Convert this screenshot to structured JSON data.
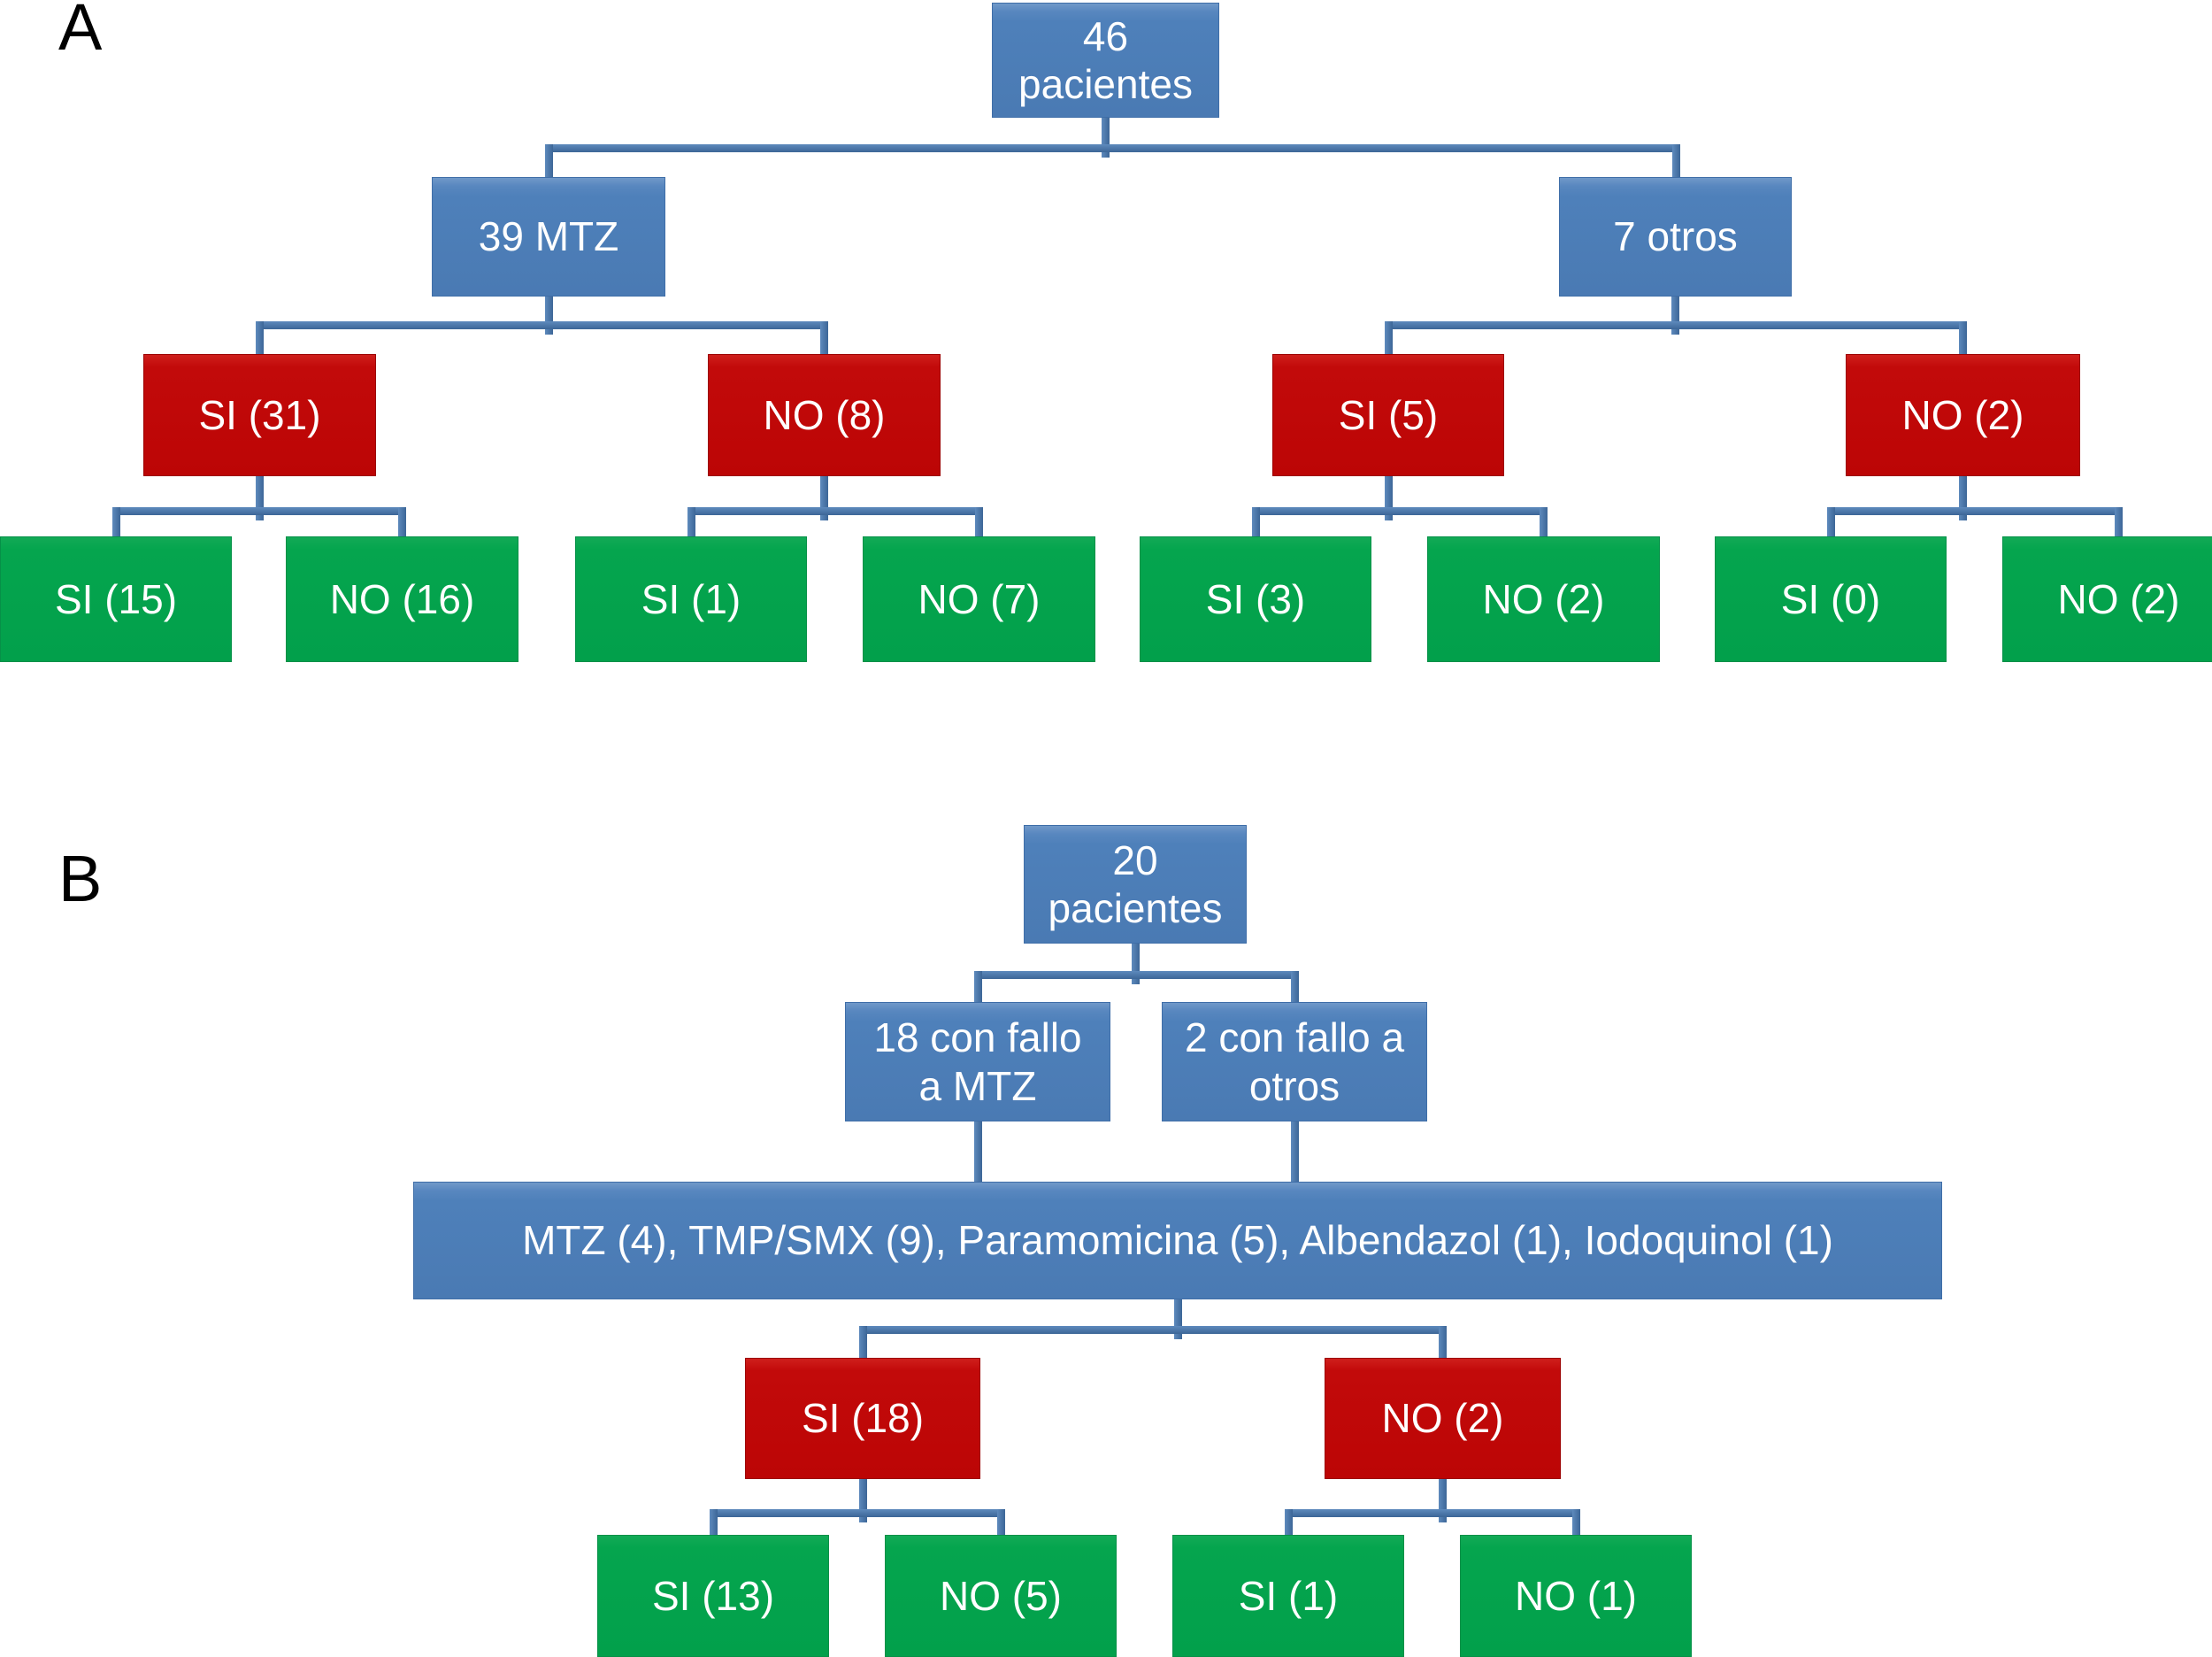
{
  "panel_a": {
    "label": "A",
    "root": {
      "line1": "46",
      "line2": "pacientes"
    },
    "treatments": [
      {
        "label": "39 MTZ"
      },
      {
        "label": "7 otros"
      }
    ],
    "response": [
      {
        "label": "SI (31)"
      },
      {
        "label": "NO (8)"
      },
      {
        "label": "SI (5)"
      },
      {
        "label": "NO (2)"
      }
    ],
    "outcomes": [
      {
        "label": "SI (15)"
      },
      {
        "label": "NO (16)"
      },
      {
        "label": "SI (1)"
      },
      {
        "label": "NO (7)"
      },
      {
        "label": "SI (3)"
      },
      {
        "label": "NO (2)"
      },
      {
        "label": "SI (0)"
      },
      {
        "label": "NO (2)"
      }
    ]
  },
  "panel_b": {
    "label": "B",
    "root": {
      "line1": "20",
      "line2": "pacientes"
    },
    "failure_groups": [
      {
        "line1": "18 con fallo",
        "line2": "a MTZ"
      },
      {
        "line1": "2 con fallo a",
        "line2": "otros"
      }
    ],
    "retreatments": "MTZ (4), TMP/SMX (9), Paramomicina (5), Albendazol (1), Iodoquinol (1)",
    "response": [
      {
        "label": "SI (18)"
      },
      {
        "label": "NO (2)"
      }
    ],
    "outcomes": [
      {
        "label": "SI (13)"
      },
      {
        "label": "NO (5)"
      },
      {
        "label": "SI (1)"
      },
      {
        "label": "NO (1)"
      }
    ]
  },
  "colors": {
    "box_blue": "#4e80ba",
    "box_red": "#c20a0a",
    "box_green": "#05a54e",
    "connector_light": "#5e8abd",
    "connector_dark": "#3c6697",
    "box_text": "#ffffff",
    "panel_label": "#000000"
  }
}
